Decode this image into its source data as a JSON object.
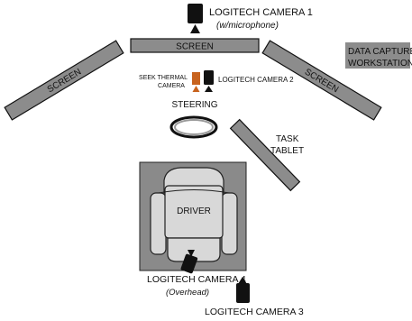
{
  "screens": {
    "center": "SCREEN",
    "left": "SCREEN",
    "right": "SCREEN"
  },
  "cameras": {
    "cam1": {
      "name": "LOGITECH CAMERA 1",
      "note": "(w/microphone)"
    },
    "cam2": {
      "name": "LOGITECH CAMERA 2"
    },
    "thermal": {
      "name_line1": "SEEK THERMAL",
      "name_line2": "CAMERA",
      "color": "#c8631e"
    },
    "cam3": {
      "name": "LOGITECH CAMERA 3"
    },
    "cam4": {
      "name": "LOGITECH CAMERA 4",
      "note": "(Overhead)"
    }
  },
  "steering": {
    "label": "STEERING"
  },
  "task_tablet": {
    "line1": "TASK",
    "line2": "TABLET"
  },
  "driver": {
    "label": "DRIVER"
  },
  "workstation": {
    "line1": "DATA CAPTURE",
    "line2": "WORKSTATION"
  },
  "colors": {
    "screen_fill": "#8c8c8c",
    "seat_area": "#8a8a8a",
    "seat": "#d8d8d8",
    "device": "#111111"
  }
}
